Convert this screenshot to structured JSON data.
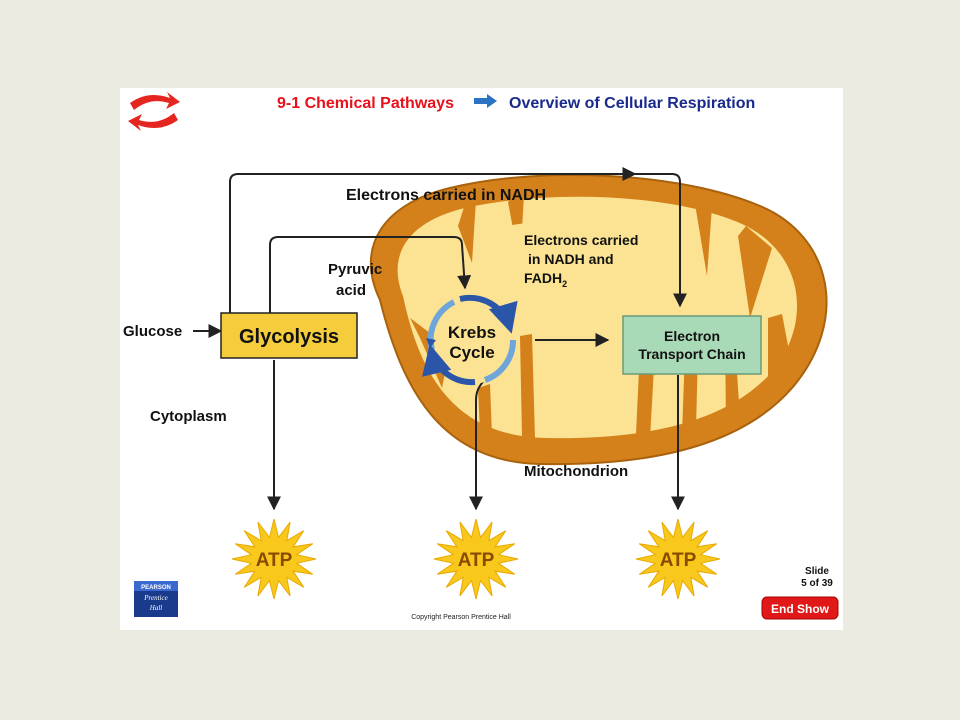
{
  "header": {
    "section": "9-1 Chemical Pathways",
    "title": "Overview of Cellular Respiration"
  },
  "labels": {
    "electrons_nadh": "Electrons carried in NADH",
    "electrons_nadh_fadh_line1": "Electrons carried",
    "electrons_nadh_fadh_line2": "in NADH and",
    "electrons_nadh_fadh_line3": "FADH",
    "electrons_nadh_fadh_sub": "2",
    "pyruvic_line1": "Pyruvic",
    "pyruvic_line2": "acid",
    "glucose": "Glucose",
    "glycolysis": "Glycolysis",
    "krebs_line1": "Krebs",
    "krebs_line2": "Cycle",
    "etc_line1": "Electron",
    "etc_line2": "Transport  Chain",
    "cytoplasm": "Cytoplasm",
    "mitochondrion": "Mitochondrion",
    "atp": "ATP"
  },
  "footer": {
    "publisher_line1": "PEARSON",
    "publisher_line2": "Prentice",
    "publisher_line3": "Hall",
    "copyright": "Copyright Pearson Prentice Hall",
    "slide_line1": "Slide",
    "slide_line2": "5 of 39",
    "end_show": "End Show"
  },
  "colors": {
    "header_red": "#e8101a",
    "header_blue": "#1a2a8c",
    "mito_outer": "#d4811c",
    "mito_inner": "#fbe393",
    "glycolysis_box": "#f5cd3c",
    "etc_box": "#a9dab8",
    "atp_star": "#f8c81c",
    "end_show": "#e01818"
  }
}
